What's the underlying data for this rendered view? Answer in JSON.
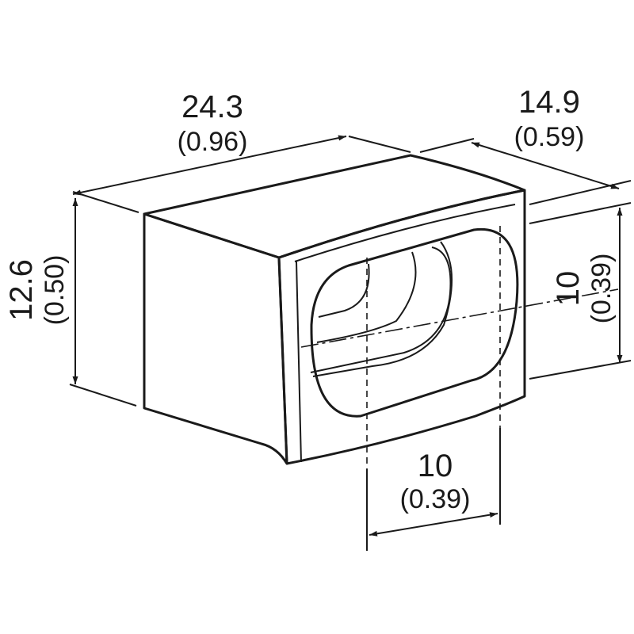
{
  "dimensions": {
    "length": {
      "mm": "24.3",
      "inch": "(0.96)"
    },
    "depth": {
      "mm": "14.9",
      "inch": "(0.59)"
    },
    "height": {
      "mm": "12.6",
      "inch": "(0.50)"
    },
    "window_height": {
      "mm": "10",
      "inch": "(0.39)"
    },
    "window_width": {
      "mm": "10",
      "inch": "(0.39)"
    }
  },
  "colors": {
    "line": "#1a1a1a",
    "background": "#ffffff"
  }
}
